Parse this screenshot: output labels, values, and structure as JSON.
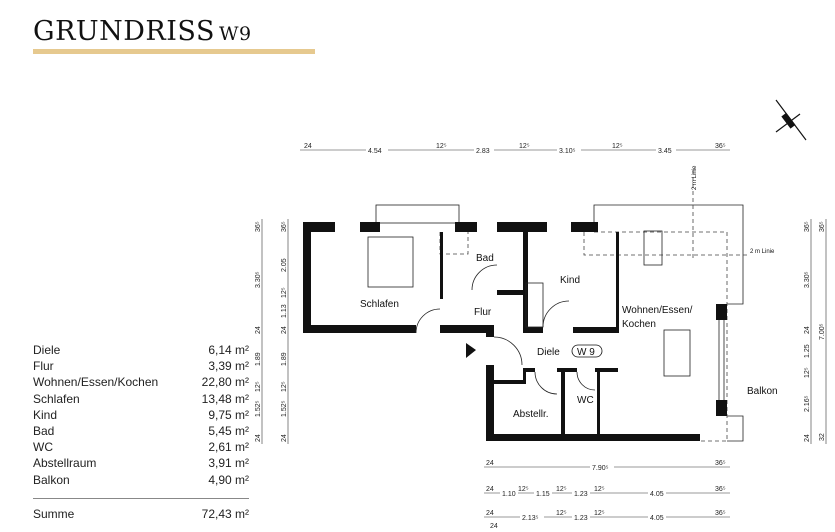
{
  "header": {
    "title": "GRUNDRISS",
    "unit": "W9"
  },
  "areas": {
    "rows": [
      {
        "room": "Diele",
        "value": "6,14 m²"
      },
      {
        "room": "Flur",
        "value": "3,39 m²"
      },
      {
        "room": "Wohnen/Essen/Kochen",
        "value": "22,80 m²"
      },
      {
        "room": "Schlafen",
        "value": "13,48 m²"
      },
      {
        "room": "Kind",
        "value": "9,75 m²"
      },
      {
        "room": "Bad",
        "value": "5,45 m²"
      },
      {
        "room": "WC",
        "value": "2,61 m²"
      },
      {
        "room": "Abstellraum",
        "value": "3,91 m²"
      },
      {
        "room": "Balkon",
        "value": "4,90 m²"
      }
    ],
    "total_label": "Summe",
    "total_value": "72,43 m²"
  },
  "plan": {
    "rooms": {
      "schlafen": "Schlafen",
      "bad": "Bad",
      "flur": "Flur",
      "kind": "Kind",
      "wohnen1": "Wohnen/Essen/",
      "wohnen2": "Kochen",
      "diele": "Diele",
      "unit_badge": "W 9",
      "abstellr": "Abstellr.",
      "wc": "WC",
      "balkon": "Balkon"
    },
    "line_2m_a": "2 m Linie",
    "line_2m_b": "2 m Linie"
  },
  "dims": {
    "top": [
      "24",
      "4.54",
      "12⁵",
      "2.83",
      "12⁵",
      "3.10⁵",
      "12⁵",
      "3.45",
      "36⁵"
    ],
    "bottom1": [
      "24",
      "7.90⁵",
      "36⁵"
    ],
    "bottom2": [
      "24",
      "1.10",
      "12⁵",
      "1.15",
      "12⁵",
      "1.23",
      "12⁵",
      "4.05",
      "36⁵"
    ],
    "bottom3": [
      "24",
      "24",
      "2.13⁵",
      "12⁵",
      "1.23",
      "12⁵",
      "4.05",
      "36⁵"
    ],
    "left_outer": [
      "36⁵",
      "3.30⁵",
      "24",
      "1.89",
      "12⁵",
      "1.52⁵",
      "24"
    ],
    "left_inner": [
      "36⁵",
      "2.05",
      "12⁵",
      "1.13",
      "24",
      "1.89",
      "12⁵",
      "1.52⁵",
      "24"
    ],
    "right_inner": [
      "36⁵",
      "3.30⁵",
      "24",
      "1.25",
      "12⁵",
      "2.16⁵",
      "24"
    ],
    "right_outer": [
      "36⁵",
      "7.00⁵",
      "32"
    ]
  }
}
